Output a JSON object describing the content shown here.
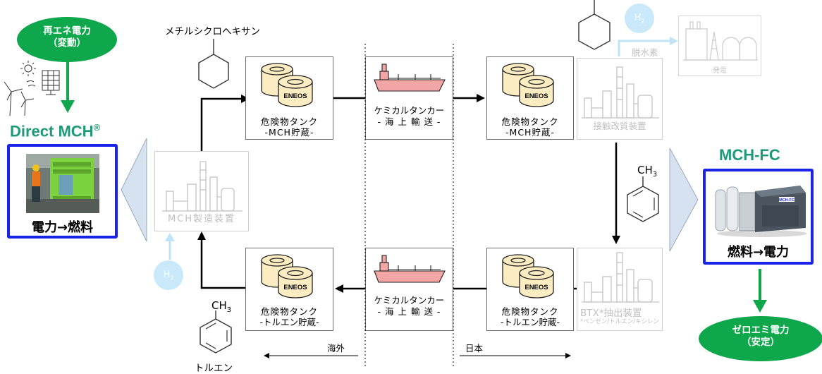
{
  "left_source": {
    "line1": "再エネ電力",
    "line2": "（変動）"
  },
  "direct_mch": {
    "title": "Direct MCH",
    "reg": "®",
    "caption": "電力→燃料"
  },
  "methylcyclohexane_label": "メチルシクロヘキサン",
  "mch_plant_label": "MCH製造装置",
  "h2_sub": "2",
  "h2_text": "H",
  "tank_top_left": {
    "line1": "危険物タンク",
    "line2": "-MCH貯蔵-",
    "brand": "ENEOS"
  },
  "tank_top_right": {
    "line1": "危険物タンク",
    "line2": "-MCH貯蔵-",
    "brand": "ENEOS"
  },
  "tank_bottom_left": {
    "line1": "危険物タンク",
    "line2": "-トルエン貯蔵-",
    "brand": "ENEOS"
  },
  "tank_bottom_right": {
    "line1": "危険物タンク",
    "line2": "-トルエン貯蔵-",
    "brand": "ENEOS"
  },
  "tanker_top": {
    "line1": "ケミカルタンカー",
    "line2": "- 海 上 輸 送 -"
  },
  "tanker_bottom": {
    "line1": "ケミカルタンカー",
    "line2": "- 海 上 輸 送 -"
  },
  "reformer_label": "接触改質装置",
  "dehydro_label": "脱水素",
  "power_label": "発電",
  "btx_label": "BTX*抽出装置",
  "btx_note": "*ベンゼン/トルエン/キシレン",
  "ch3": "CH",
  "ch3_sub": "3",
  "toluene_label": "トルエン",
  "mch_fc": {
    "title": "MCH-FC",
    "caption": "燃料→電力",
    "unit_badge": "MCH-FC"
  },
  "zero_emission": {
    "line1": "ゼロエミ電力",
    "line2": "（安定）"
  },
  "region_overseas": "海外",
  "region_japan": "日本",
  "colors": {
    "green": "#0ea74b",
    "blue_frame": "#1a23e8",
    "teal_title": "#1f9a78",
    "h2_fill": "#c9e9fa",
    "tank_fill": "#fbecc2"
  }
}
